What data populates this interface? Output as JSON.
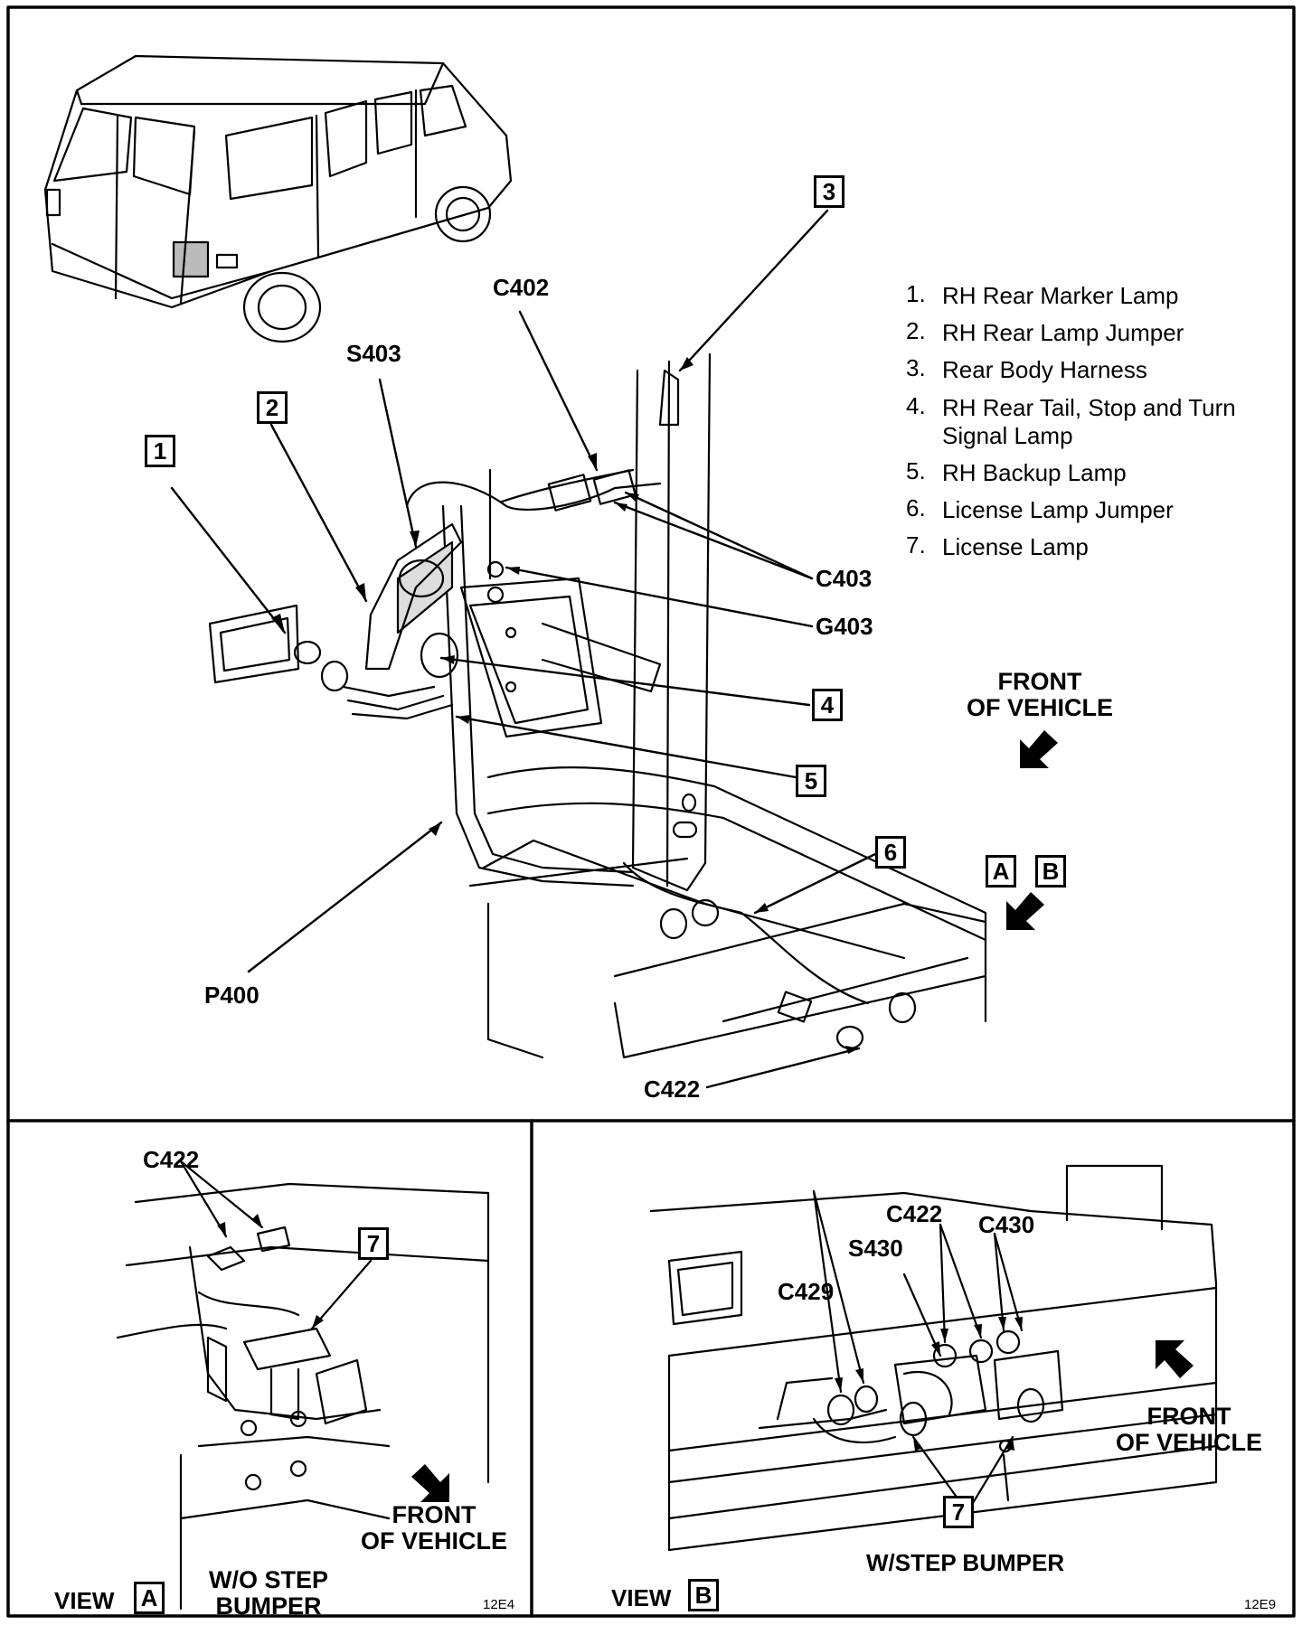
{
  "legend": [
    {
      "num": "1.",
      "text": "RH Rear Marker Lamp"
    },
    {
      "num": "2.",
      "text": "RH Rear Lamp Jumper"
    },
    {
      "num": "3.",
      "text": "Rear Body Harness"
    },
    {
      "num": "4.",
      "text": "RH Rear Tail, Stop and Turn Signal Lamp"
    },
    {
      "num": "5.",
      "text": "RH Backup Lamp"
    },
    {
      "num": "6.",
      "text": "License Lamp Jumper"
    },
    {
      "num": "7.",
      "text": "License Lamp"
    }
  ],
  "callouts": {
    "n1": "1",
    "n2": "2",
    "n3": "3",
    "n4": "4",
    "n5": "5",
    "n6": "6",
    "n7a": "7",
    "n7b": "7",
    "viewA": "A",
    "viewB": "B",
    "refA": "A",
    "refB": "B"
  },
  "labels": {
    "c402": "C402",
    "s403": "S403",
    "c403": "C403",
    "g403": "G403",
    "p400": "P400",
    "c422_main": "C422",
    "c422_a": "C422",
    "c422_b": "C422",
    "s430": "S430",
    "c430": "C430",
    "c429": "C429"
  },
  "front_main": {
    "line1": "FRONT",
    "line2": "OF VEHICLE"
  },
  "front_a": {
    "line1": "FRONT",
    "line2": "OF VEHICLE"
  },
  "front_b": {
    "line1": "FRONT",
    "line2": "OF VEHICLE"
  },
  "view_a": {
    "word": "VIEW",
    "caption_line1": "W/O STEP",
    "caption_line2": "BUMPER",
    "code": "12E4"
  },
  "view_b": {
    "word": "VIEW",
    "caption": "W/STEP BUMPER",
    "code": "12E9"
  }
}
